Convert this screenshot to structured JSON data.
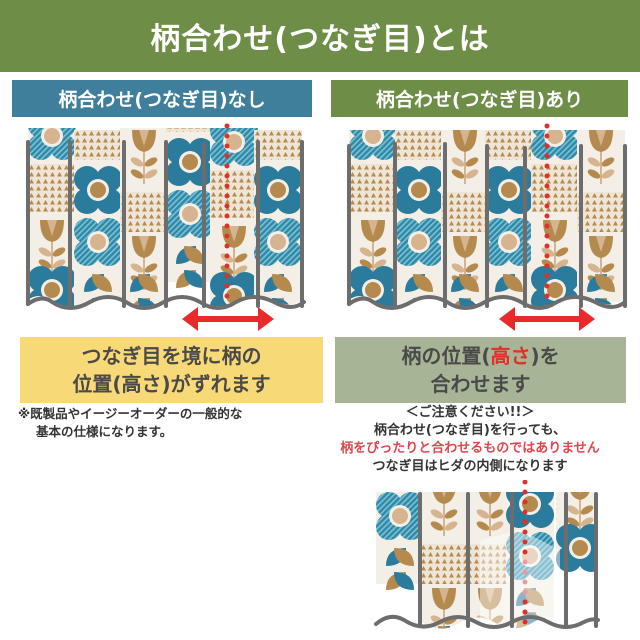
{
  "title": "柄合わせ(つなぎ目)とは",
  "colors": {
    "title_bg": "#6e8d47",
    "left_header_bg": "#3f7f9c",
    "right_header_bg": "#6e8d47",
    "left_message_bg": "#f8d977",
    "right_message_bg": "#a7b596",
    "accent_red": "#e0302a",
    "pattern_teal": "#2b7b9c",
    "pattern_tan": "#b58a4f",
    "pattern_light_tan": "#d6b48f",
    "pattern_cream": "#f3efe6",
    "pleat_gray": "#6d6d6d"
  },
  "left_panel": {
    "header": "柄合わせ(つなぎ目)なし",
    "message_line1": "つなぎ目を境に柄の",
    "message_line2": "位置(高さ)がずれます",
    "note_line1": "※既製品やイージーオーダーの一般的な",
    "note_line2": "基本の仕様になります。",
    "illustration": "curtain-pattern-misaligned",
    "arrow": "double-arrow-red"
  },
  "right_panel": {
    "header": "柄合わせ(つなぎ目)あり",
    "message_line1_pre": "柄の位置(",
    "message_line1_red": "高さ",
    "message_line1_post": ")を",
    "message_line2": "合わせます",
    "caution_title": "＜ご注意ください!!＞",
    "caution_line1": "柄合わせ(つなぎ目)を行っても、",
    "caution_line2": "柄をぴったりと合わせるものではありません",
    "caution_line3": "つなぎ目はヒダの内側になります",
    "illustration": "curtain-pattern-aligned",
    "arrow": "double-arrow-red",
    "detail_illustration": "curtain-seam-inside-pleat"
  }
}
